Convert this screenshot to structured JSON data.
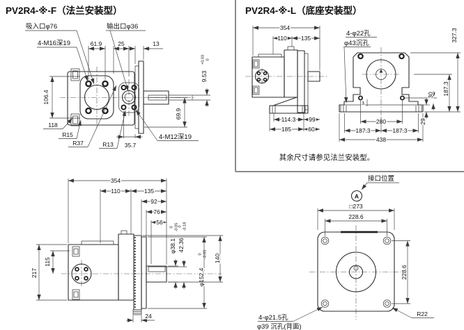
{
  "f": {
    "title": "PV2R4-※-F（法兰安装型）",
    "front": {
      "suction": "吸入口φ76",
      "outlet": "输出口φ36",
      "m16": "4-M16深19",
      "m12": "4-M12深19",
      "d61_9": "61.9",
      "d25": "25",
      "d13": "13",
      "d106_4": "106.4",
      "d118": "118",
      "r15": "R15",
      "r37": "R37",
      "r13": "R13",
      "d35_7": "35.7",
      "d69_9": "69.9",
      "key": "9.53",
      "key_tt": "+0.03",
      "key_tb": "0"
    },
    "side": {
      "d354": "354",
      "d110": "110",
      "d135": "135",
      "d92": "92",
      "d76": "76",
      "d56": "56",
      "d217": "217",
      "d115": "115",
      "d24": "24",
      "shaft": "φ38.1",
      "shaft_tt": "0",
      "shaft_tb": "-0.05",
      "key_h": "42.36",
      "key_tt": "0",
      "key_tb": "-0.18",
      "spigot": "φ152.4",
      "spigot_tt": "0",
      "spigot_tb": "-0.05",
      "d140": "140"
    },
    "face": {
      "port_label": "接口位置",
      "port_id": "A",
      "square": "□273",
      "pitch_top": "228.6",
      "pitch_right": "228.6",
      "r22": "R22",
      "holes": "4-φ21.5孔",
      "cbore": "φ39 沉孔(背面)"
    }
  },
  "l": {
    "title": "PV2R4-※-L（底座安装型）",
    "note": "其余尺寸请参见法兰安装型。",
    "side": {
      "d354": "354",
      "d110": "110",
      "d135": "135",
      "d114_3": "114.3",
      "d99": "99",
      "d185": "185",
      "d60": "60"
    },
    "front": {
      "holes": "4-φ22孔",
      "cbore": "φ43沉孔",
      "d3": "3",
      "d280": "280",
      "d187_3a": "187.3",
      "d187_3b": "187.3",
      "d438": "438",
      "d29": "29",
      "d30": "30",
      "d187_3r": "187.3",
      "d327_3": "327.3"
    }
  }
}
